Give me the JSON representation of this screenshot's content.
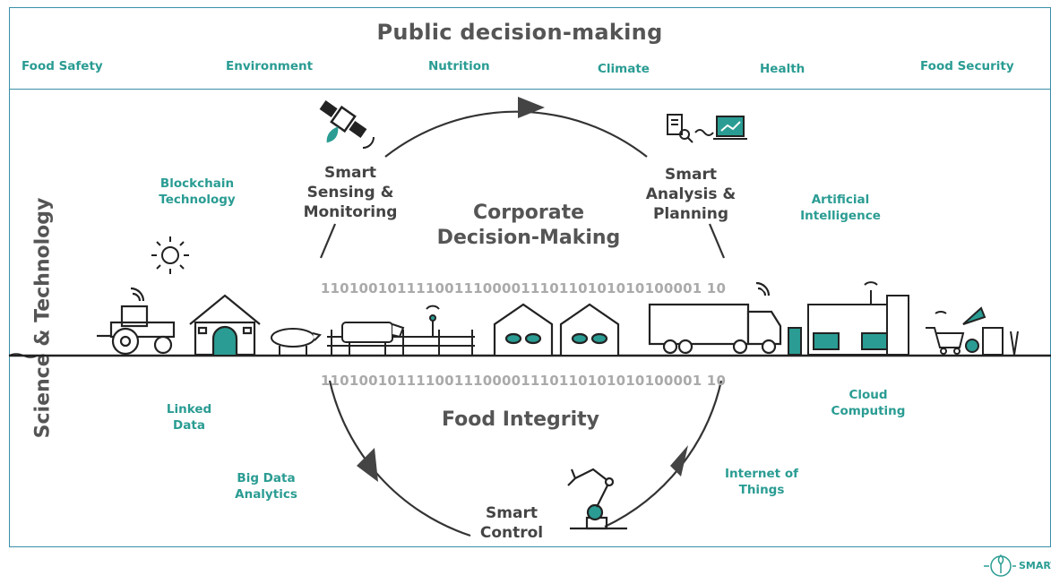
{
  "header": {
    "title": "Public decision-making",
    "domains": [
      "Food Safety",
      "Environment",
      "Nutrition",
      "Climate",
      "Health",
      "Food Security"
    ]
  },
  "side_label": "Science & Technology",
  "technologies": {
    "blockchain": [
      "Blockchain",
      "Technology"
    ],
    "ai": [
      "Artificial",
      "Intelligence"
    ],
    "linked_data": [
      "Linked",
      "Data"
    ],
    "cloud": [
      "Cloud",
      "Computing"
    ],
    "big_data": [
      "Big Data",
      "Analytics"
    ],
    "iot": [
      "Internet of",
      "Things"
    ]
  },
  "cycle": {
    "sensing": [
      "Smart",
      "Sensing &",
      "Monitoring"
    ],
    "analysis": [
      "Smart",
      "Analysis &",
      "Planning"
    ],
    "control": [
      "Smart",
      "Control"
    ]
  },
  "core": {
    "corporate": [
      "Corporate",
      "Decision-Making"
    ],
    "integrity": "Food Integrity"
  },
  "binary_top": "1101001011110011100001110110101010100001 10",
  "binary_bottom": "1101001011110011100001110110101010100001 10",
  "brand": "SMART",
  "colors": {
    "accent": "#2a9c93",
    "frame": "#3a8fa8",
    "text": "#555555",
    "binary": "#aaaaaa"
  },
  "icons": [
    "satellite-icon",
    "analysis-report-icon",
    "sun-icon",
    "robot-arm-icon",
    "tractor-icon",
    "barn-icon",
    "pig-icon",
    "cow-icon",
    "fence-icon",
    "sensor-icon",
    "greenhouse-icon",
    "truck-icon",
    "factory-icon",
    "shop-icon",
    "shopping-cart-icon",
    "brand-logo-icon"
  ]
}
